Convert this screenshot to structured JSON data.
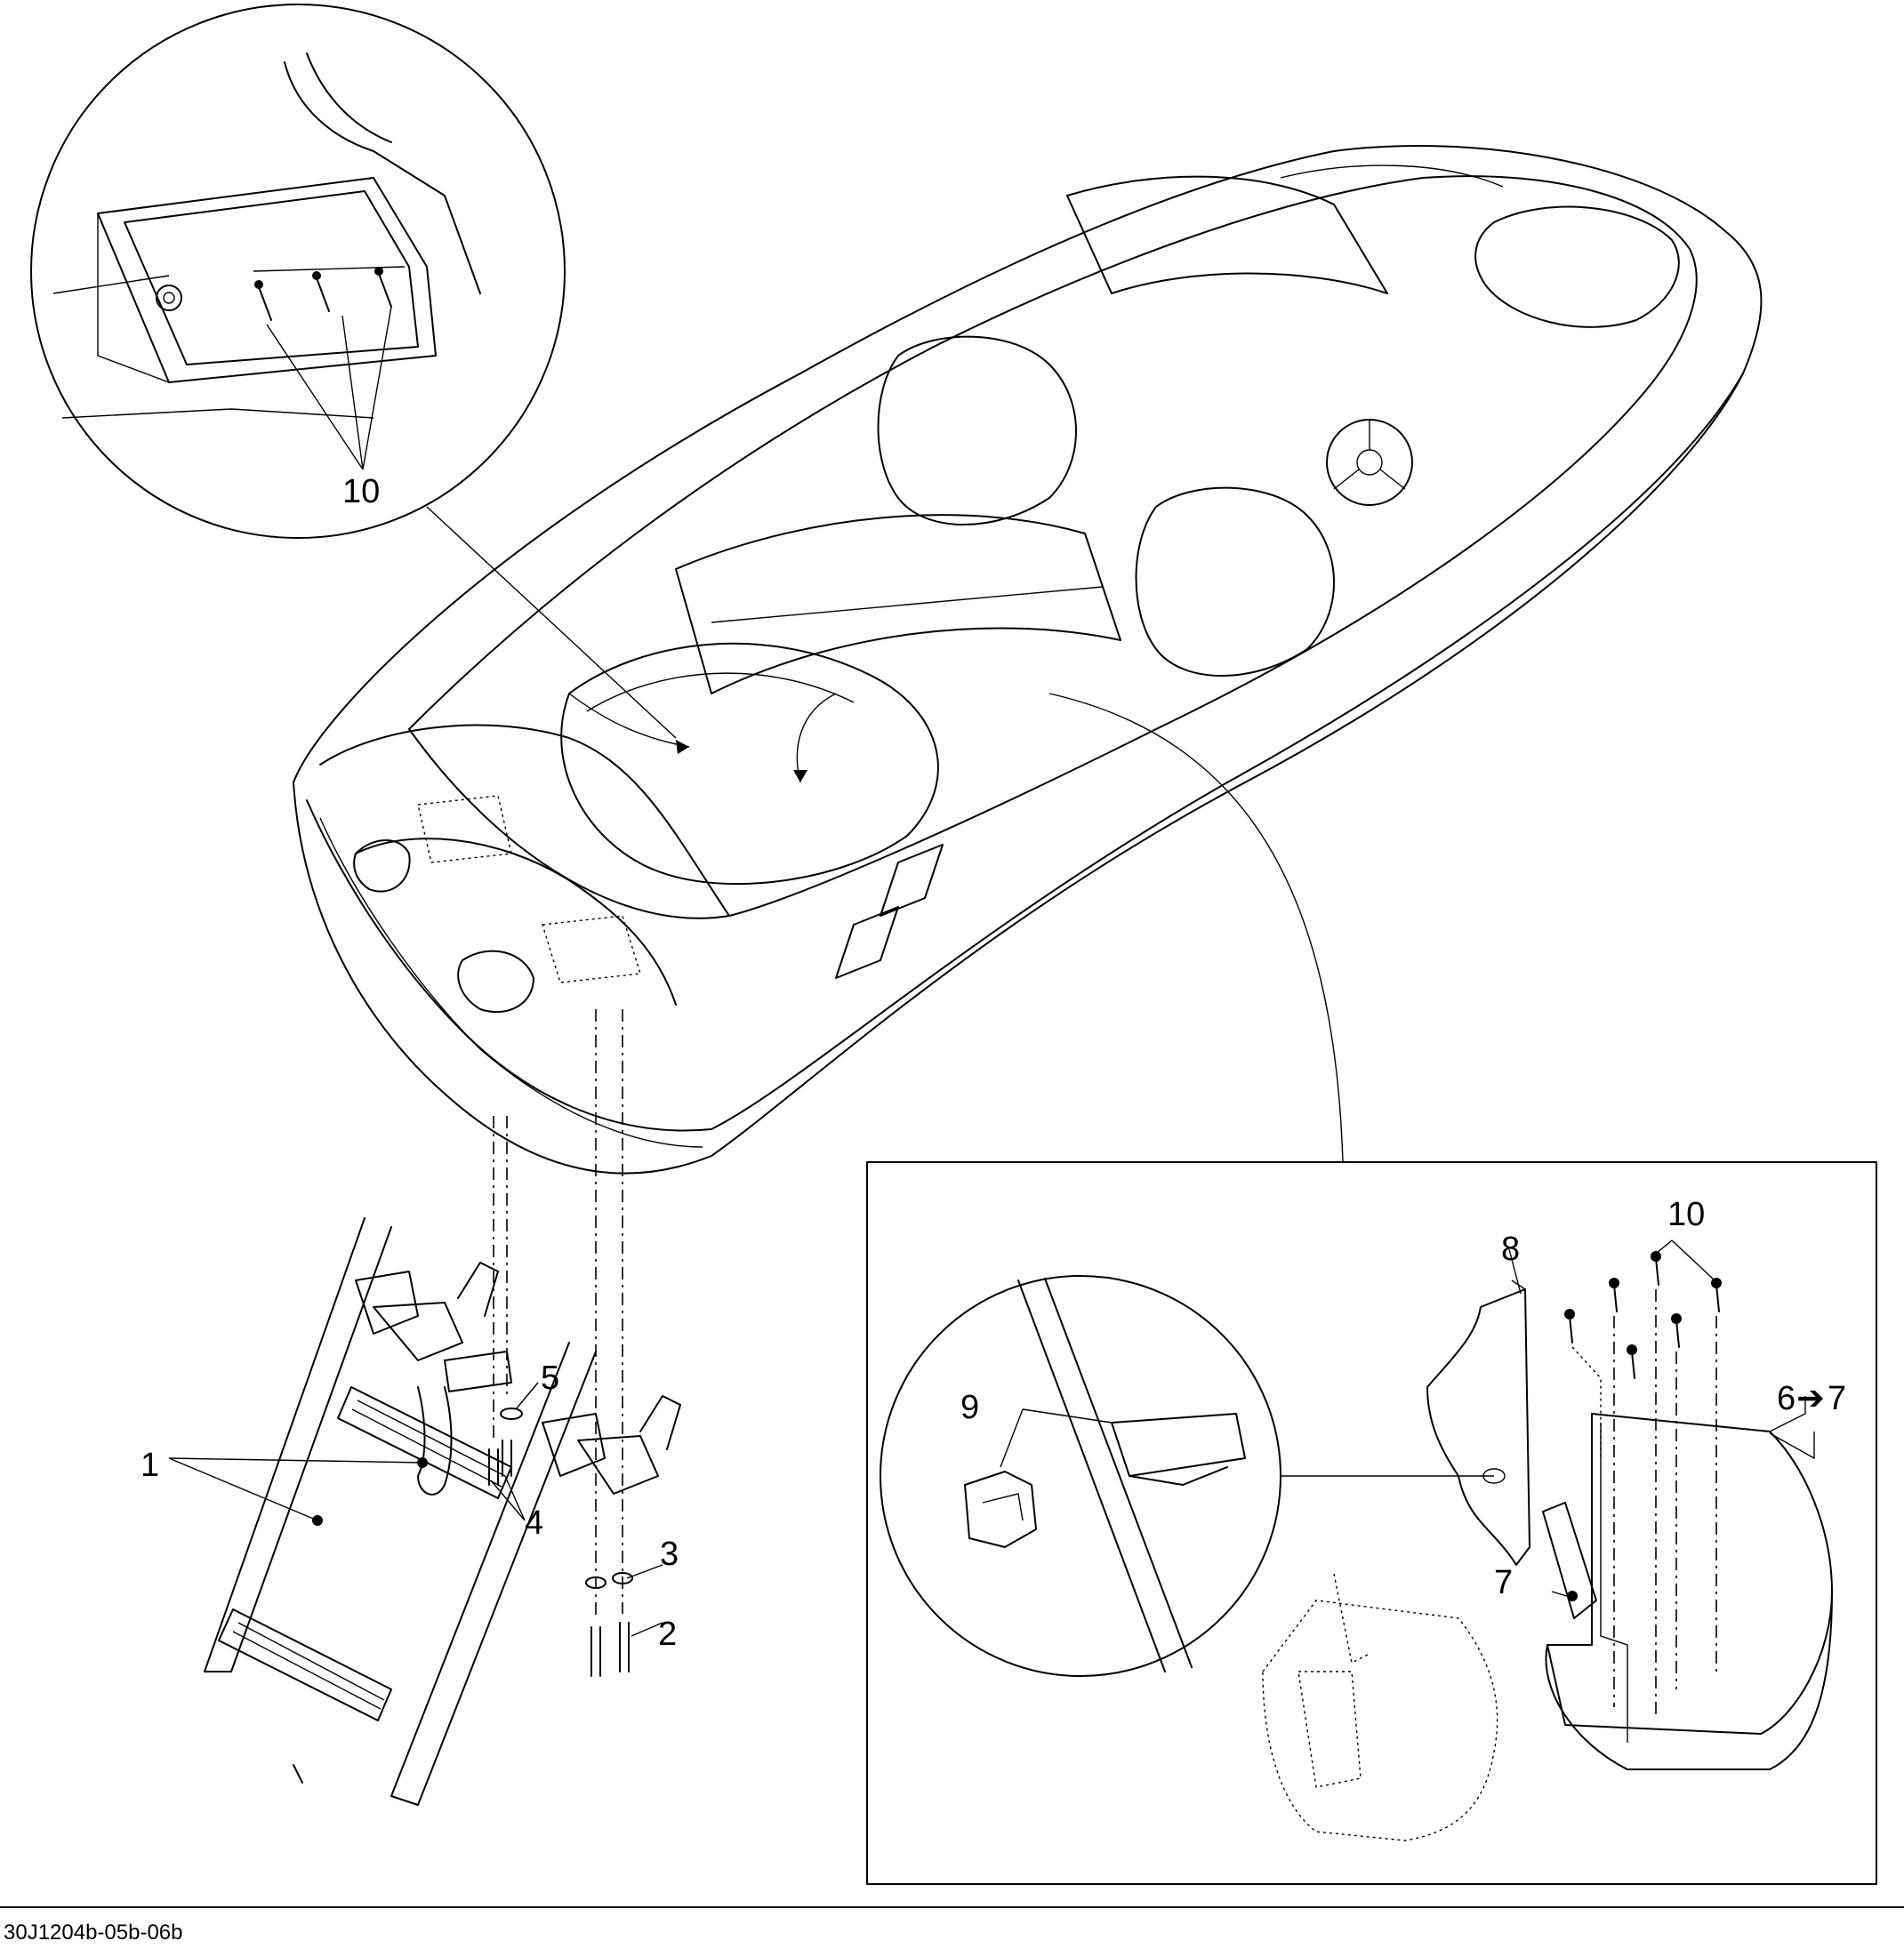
{
  "callouts": {
    "c1": "1",
    "c2": "2",
    "c3": "3",
    "c4": "4",
    "c5": "5",
    "c6": "6",
    "c6_arrow": "➔",
    "c6_to": "7",
    "c7": "7",
    "c8": "8",
    "c9": "9",
    "c10_detail": "10",
    "c10_panel": "10"
  },
  "footer": {
    "reference": "30J1204b-05b-06b"
  }
}
